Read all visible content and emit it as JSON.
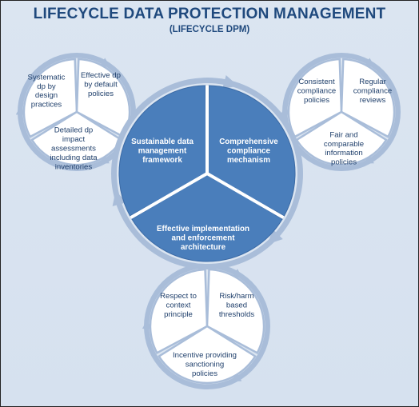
{
  "header": {
    "title": "LIFECYCLE DATA PROTECTION MANAGEMENT",
    "subtitle": "(LIFECYCLE DPM)"
  },
  "core": {
    "top_left": [
      "Sustainable data",
      "management",
      "framework"
    ],
    "top_right": [
      "Comprehensive",
      "compliance",
      "mechanism"
    ],
    "bottom": [
      "Effective implementation",
      "and enforcement",
      "architecture"
    ]
  },
  "left_cycle": {
    "seg1": [
      "Systematic",
      "dp by",
      "design",
      "practices"
    ],
    "seg2": [
      "Effective dp",
      "by default",
      "policies"
    ],
    "seg3": [
      "Detailed dp",
      "impact",
      "assessments",
      "including data",
      "inventories"
    ]
  },
  "right_cycle": {
    "seg1": [
      "Consistent",
      "compliance",
      "policies"
    ],
    "seg2": [
      "Regular",
      "compliance",
      "reviews"
    ],
    "seg3": [
      "Fair and",
      "comparable",
      "information",
      "policies"
    ]
  },
  "bottom_cycle": {
    "seg1": [
      "Respect to",
      "context",
      "principle"
    ],
    "seg2": [
      "Risk/harm",
      "based",
      "thresholds"
    ],
    "seg3": [
      "Incentive providing",
      "sanctioning",
      "policies"
    ]
  },
  "colors": {
    "title": "#1f497d",
    "core_fill": "#4a7ebb",
    "ring": "#a9bdd9",
    "segment_fill": "#ffffff",
    "background": "#dbe5f1"
  }
}
